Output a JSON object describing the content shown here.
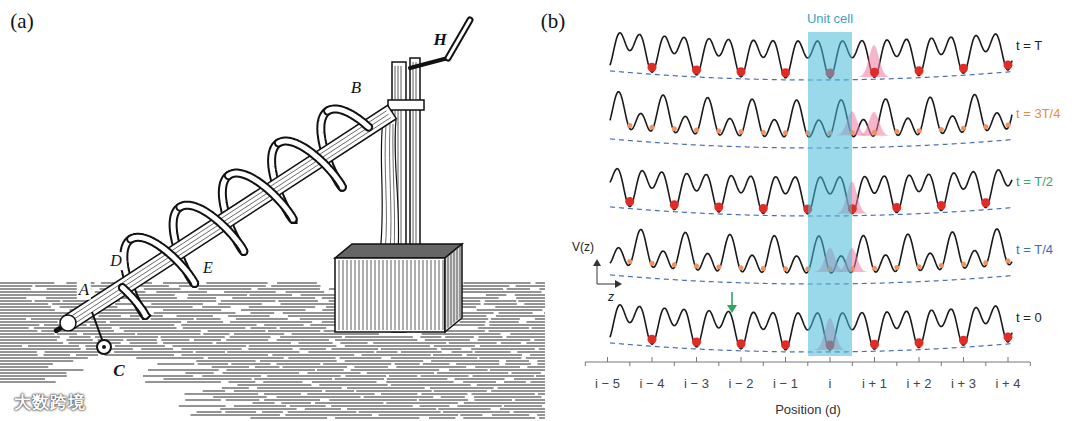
{
  "diagram": {
    "nodes": [
      {
        "text": [
          "Unit cell"
        ]
      }
    ],
    "labels": [
      "(a)",
      "(b)",
      "A",
      "B",
      "C",
      "D",
      "E",
      "H",
      "t = T",
      "t = 3T/4",
      "t = T/2",
      "t = T/4",
      "t = 0",
      "V(z)",
      "z",
      "i − 5",
      "i − 4",
      "i − 3",
      "i − 2",
      "i − 1",
      "i",
      "i + 1",
      "i + 2",
      "i + 3",
      "i + 4",
      "Position (d)",
      "大数跨境"
    ]
  }
}
